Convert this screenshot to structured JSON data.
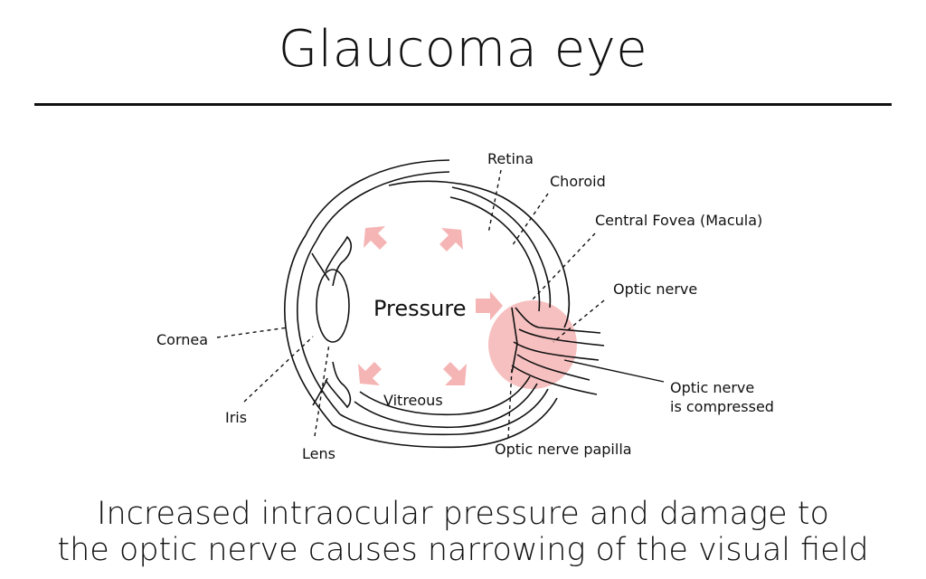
{
  "title": "Glaucoma eye",
  "labels": {
    "retina": "Retina",
    "choroid": "Choroid",
    "central_fovea": "Central Fovea (Macula)",
    "optic_nerve": "Optic nerve",
    "optic_nerve_compressed_line1": "Optic nerve",
    "optic_nerve_compressed_line2": "is compressed",
    "cornea": "Cornea",
    "iris": "Iris",
    "lens": "Lens",
    "vitreous": "Vitreous",
    "optic_nerve_papilla": "Optic nerve papilla",
    "pressure": "Pressure"
  },
  "caption": {
    "line1": "Increased intraocular pressure and damage to",
    "line2": "the optic nerve causes narrowing of the visual field"
  },
  "colors": {
    "pressure_arrow": "#f6b5b5",
    "compression_circle": "#f6b5b5",
    "ink": "#111111"
  }
}
